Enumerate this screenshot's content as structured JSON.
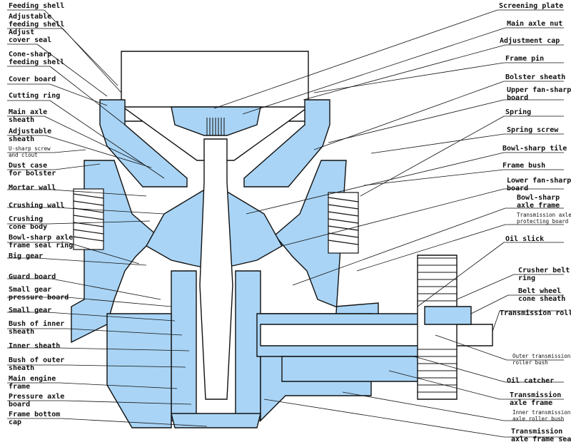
{
  "diagram": {
    "left_labels": [
      "Feeding shell",
      "Adjustable\nfeeding shell",
      "Adjust\ncover seal",
      "Cone-sharp\nfeeding shell",
      "Cover board",
      "Cutting ring",
      "Main axle\nsheath",
      "Adjustable\nsheath",
      "U-sharp screw\nand clout",
      "Dust case\nfor bolster",
      "Mortar wall",
      "Crushing wall",
      "Crushing\ncone body",
      "Bowl-sharp axle\nframe seal ring",
      "Big gear",
      "Guard board",
      "Small gear\npressure board",
      "Small gear",
      "Bush of inner\nsheath",
      "Inner sheath",
      "Bush of outer\nsheath",
      "Main engine\nframe",
      "Pressure axle\nboard",
      "Frame bottom\ncap"
    ],
    "right_labels": [
      "Screening plate",
      "Main axle nut",
      "Adjustment cap",
      "Frame pin",
      "Bolster sheath",
      "Upper fan-sharp\nboard",
      "Spring",
      "Spring screw",
      "Bowl-sharp tile",
      "Frame bush",
      "Lower fan-sharp\nboard",
      "Bowl-sharp\naxle frame",
      "Transmission axle\nprotecting board",
      "Oil slick",
      "Crusher belt\nring",
      "Belt wheel\ncone sheath",
      "Transmission roller",
      "Outer transmission\nroller bush",
      "Oil catcher",
      "Transmission\naxle frame",
      "Inner transmission\naxle roller bush",
      "Transmission\naxle frame seal"
    ],
    "colors": {
      "fill": "#a9d4f5",
      "line": "#111111",
      "background": "#ffffff"
    }
  }
}
